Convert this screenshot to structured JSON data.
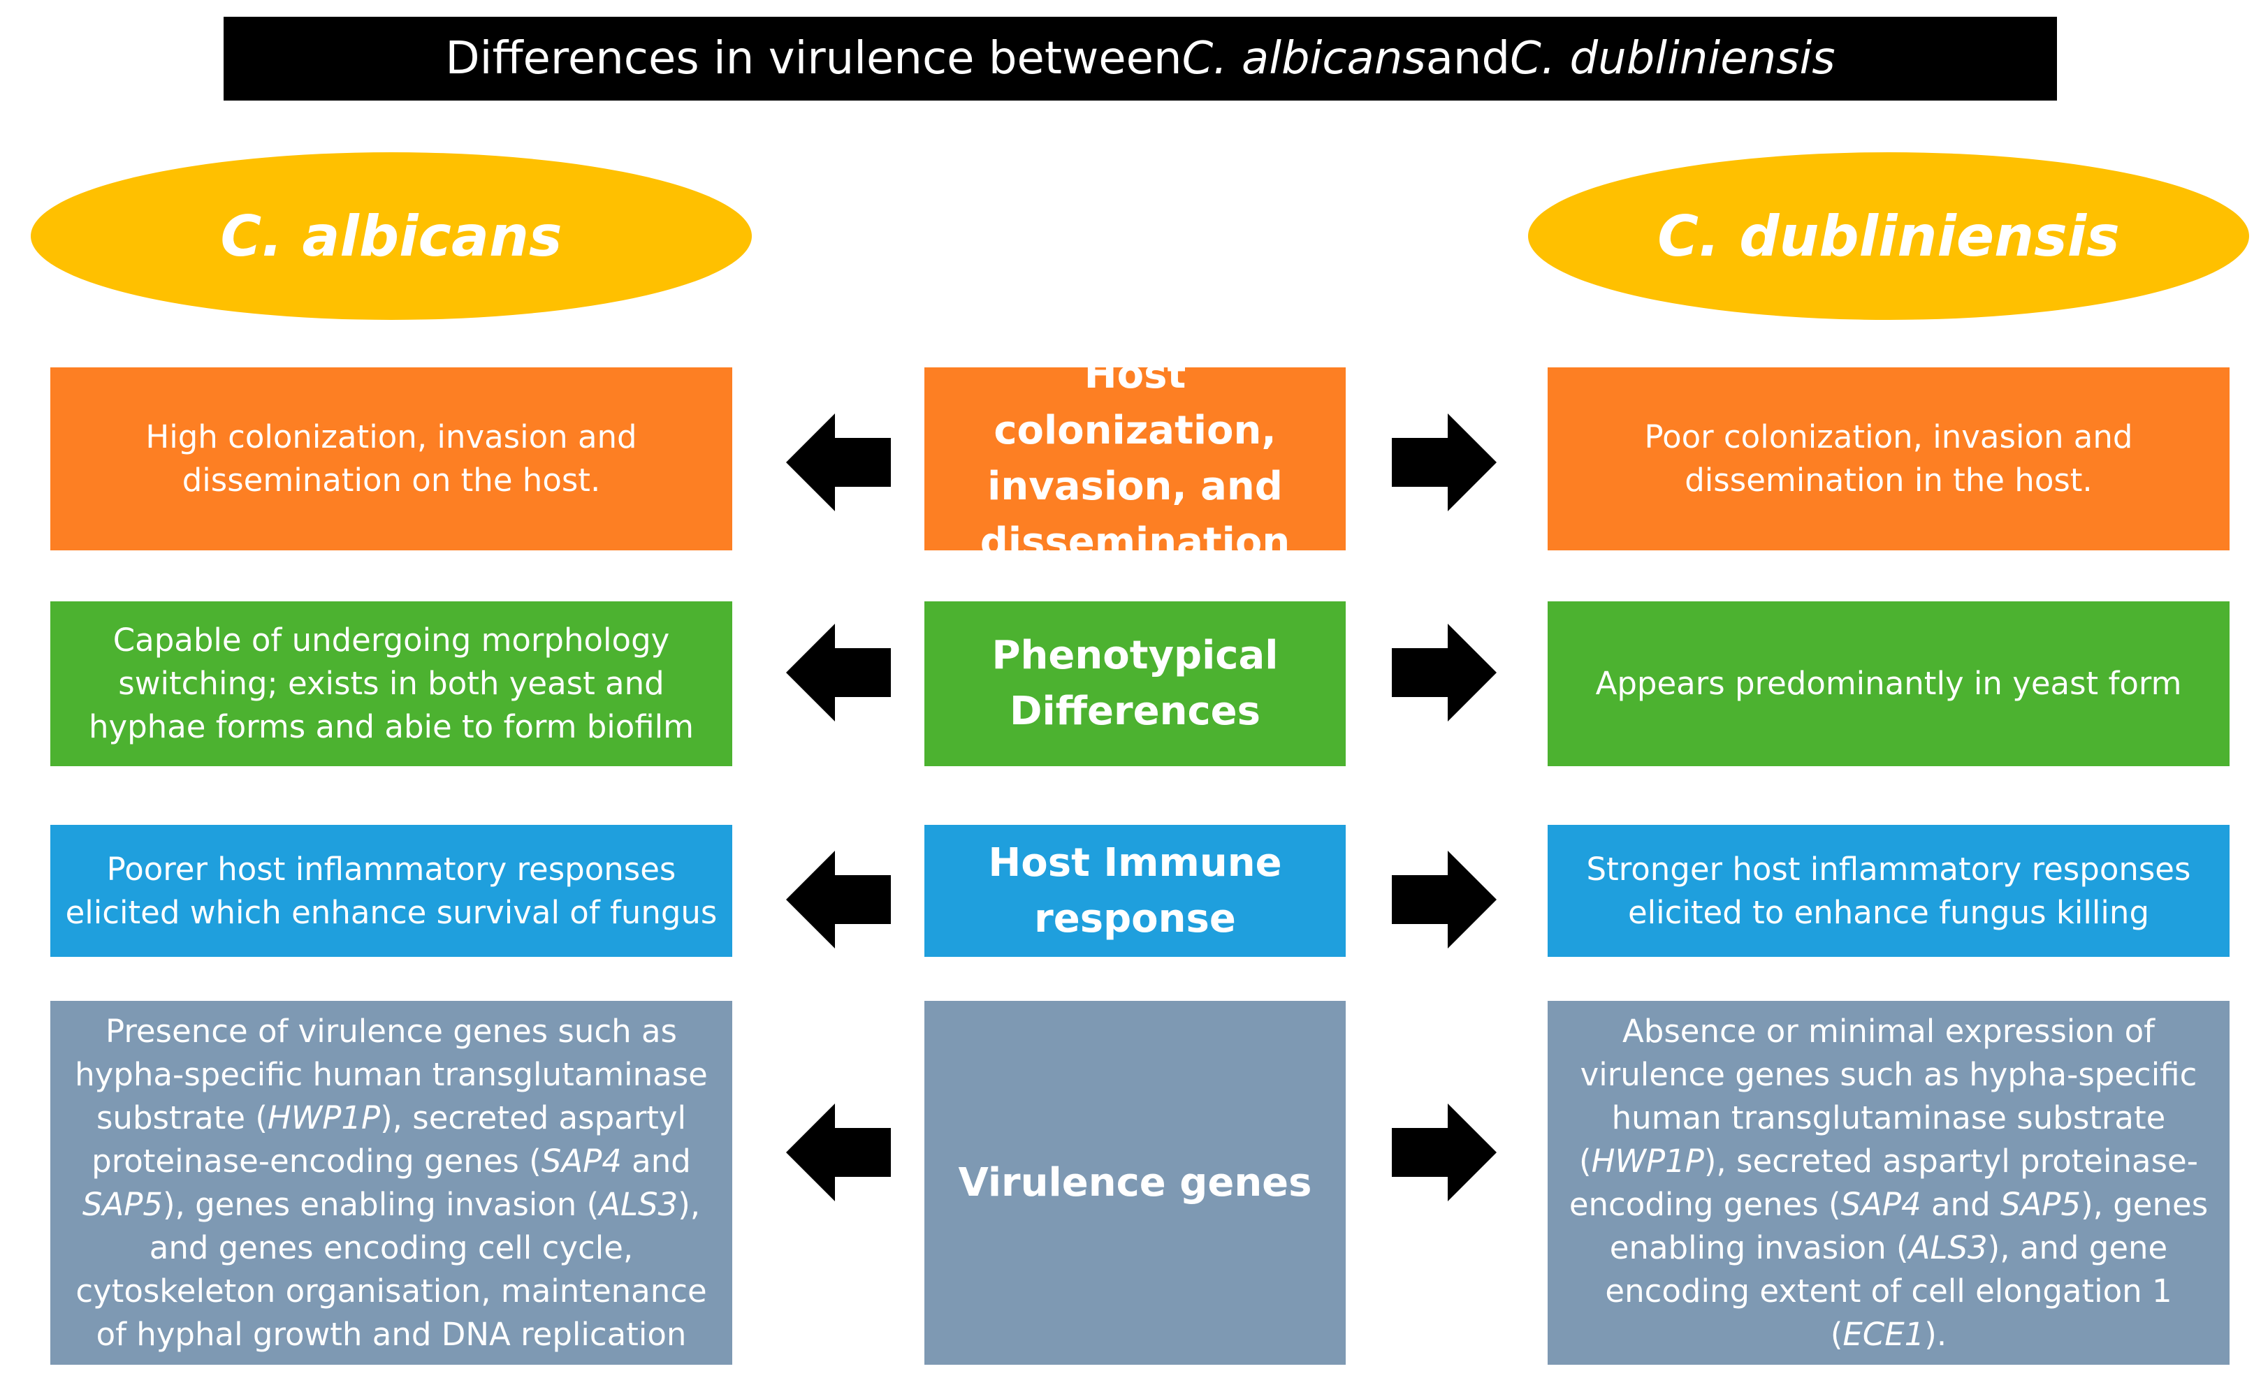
{
  "title": {
    "part1": "Differences in virulence between ",
    "species1": "C. albicans",
    "part2": " and ",
    "species2": "C. dubliniensis"
  },
  "headers": {
    "left": "C. albicans",
    "right": "C. dubliniensis"
  },
  "rows": [
    {
      "center": "Host colonization, invasion, and dissemination",
      "left": "High colonization, invasion and dissemination on the host.",
      "right": "Poor colonization, invasion and dissemination in the host.",
      "color": "#fd7f23"
    },
    {
      "center": "Phenotypical Differences",
      "left": "Capable of undergoing morphology switching; exists in both yeast and hyphae forms and abie to form biofilm",
      "right": "Appears predominantly in yeast form",
      "color": "#4cb230"
    },
    {
      "center": "Host Immune response",
      "left": "Poorer host inflammatory responses elicited which enhance survival of fungus",
      "right": "Stronger host inflammatory responses elicited to enhance fungus killing",
      "color": "#1f9fdd"
    },
    {
      "center": "Virulence genes",
      "left": {
        "t1": "Presence of virulence genes such as hypha-specific human transglutaminase substrate (",
        "g1": "HWP1P",
        "t2": "), secreted aspartyl proteinase-encoding genes  (",
        "g2": "SAP4",
        "t3": " and ",
        "g3": "SAP5",
        "t4": "), genes enabling invasion (",
        "g4": "ALS3",
        "t5": "), and genes encoding cell cycle, cytoskeleton organisation, maintenance of hyphal growth and DNA replication"
      },
      "right": {
        "t1": "Absence or minimal expression of virulence genes such as hypha-specific human transglutaminase substrate (",
        "g1": "HWP1P",
        "t2": "), secreted aspartyl proteinase-encoding genes  (",
        "g2": "SAP4",
        "t3": " and ",
        "g3": "SAP5",
        "t4": "), genes enabling invasion (",
        "g4": "ALS3",
        "t5": "), and gene encoding extent of cell elongation 1 (",
        "g5": "ECE1",
        "t6": ")."
      },
      "color": "#7e99b3"
    }
  ]
}
